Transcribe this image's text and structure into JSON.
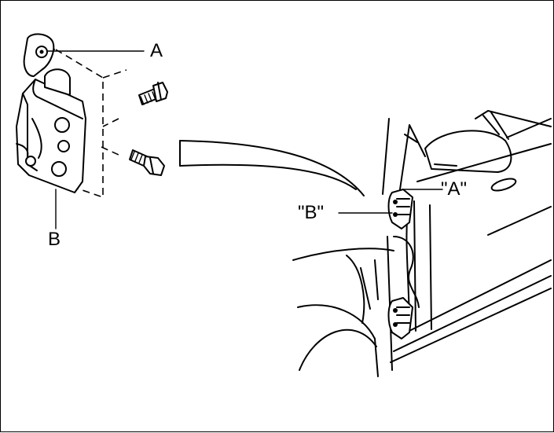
{
  "labels": {
    "hinge_upper": "A",
    "hinge_lower": "B",
    "door_upper": "\"A\"",
    "door_lower": "\"B\""
  },
  "colors": {
    "line": "#000000",
    "background": "#ffffff"
  }
}
